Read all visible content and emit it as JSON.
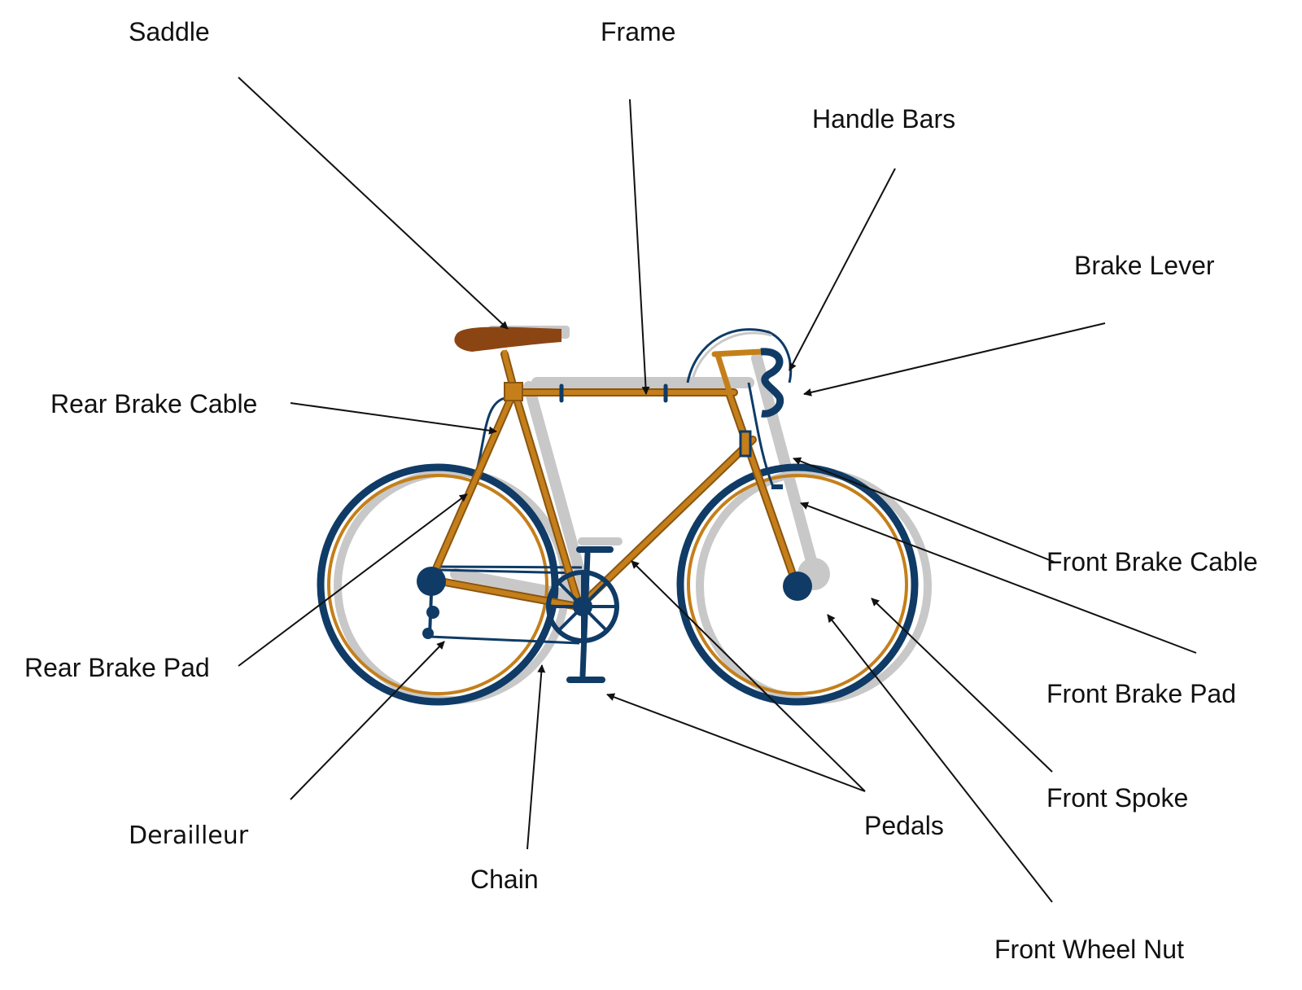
{
  "labels": {
    "saddle": "Saddle",
    "frame": "Frame",
    "handle_bars": "Handle Bars",
    "brake_lever": "Brake Lever",
    "rear_brake_cable": "Rear Brake Cable",
    "front_brake_cable": "Front Brake Cable",
    "rear_brake_pad": "Rear Brake Pad",
    "front_brake_pad": "Front Brake Pad",
    "front_spoke": "Front Spoke",
    "derailleur": "Derailleur",
    "pedals": "Pedals",
    "chain": "Chain",
    "front_wheel_nut": "Front Wheel Nut"
  },
  "colors": {
    "frame": "#c47f1b",
    "frame_dark": "#8a5510",
    "navy": "#0f3b66",
    "saddle": "#8b4513",
    "shadow": "#c8c8c8",
    "leader": "#111111"
  }
}
